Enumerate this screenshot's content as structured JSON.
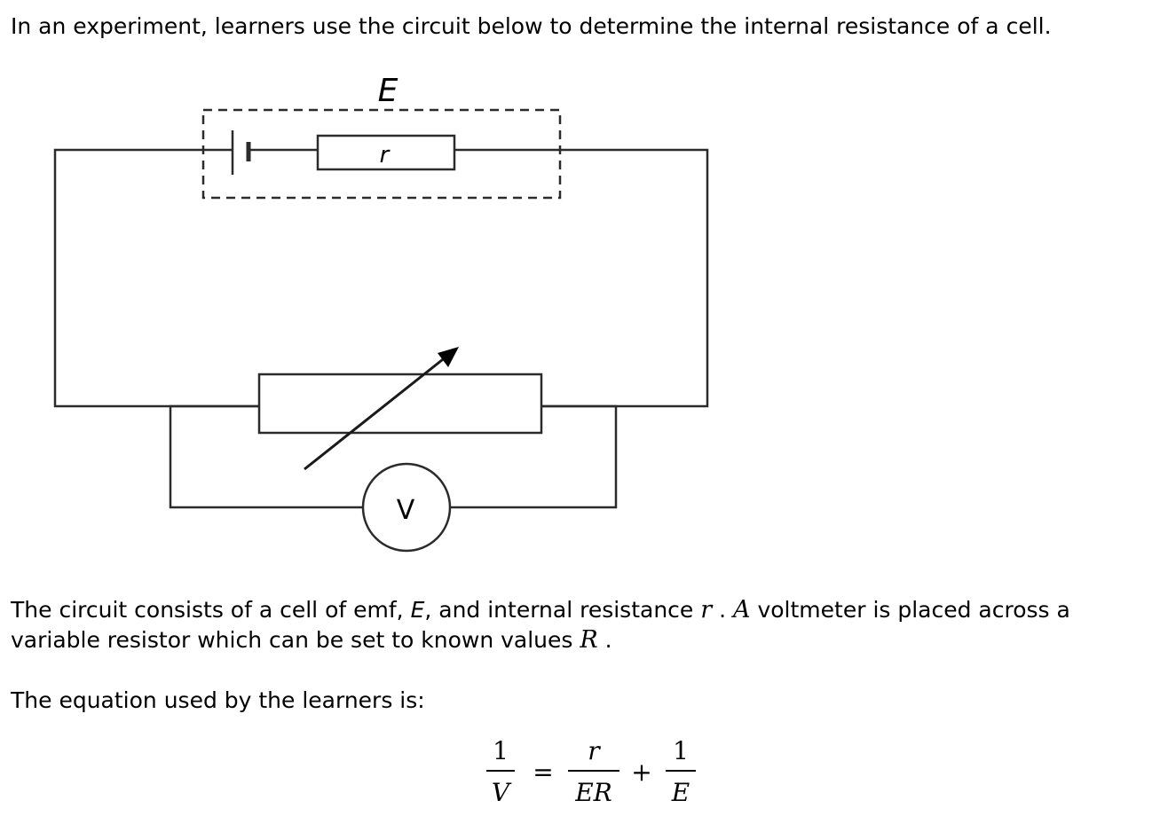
{
  "question": {
    "intro": "In an experiment, learners use the circuit below to determine the internal  resistance of a cell.",
    "description_part1": "The circuit consists of a cell of emf, ",
    "description_emf_symbol": "E",
    "description_part2": ", and internal resistance ",
    "description_r_symbol": "r",
    "description_part3": " . ",
    "description_A_symbol": "A",
    "description_part4": "  voltmeter is placed across a",
    "description_line2": "variable resistor which can be set to known values ",
    "description_R_symbol": "R",
    "description_line2_end": " .",
    "equation_intro": "The equation used by the learners is:"
  },
  "circuit": {
    "emf_label": "E",
    "internal_resistance_label": "r",
    "voltmeter_label": "V"
  },
  "equation": {
    "lhs_numerator": "1",
    "lhs_denominator": "V",
    "equals": "=",
    "term1_numerator": "r",
    "term1_denominator": "ER",
    "plus": "+",
    "term2_numerator": "1",
    "term2_denominator": "E"
  }
}
